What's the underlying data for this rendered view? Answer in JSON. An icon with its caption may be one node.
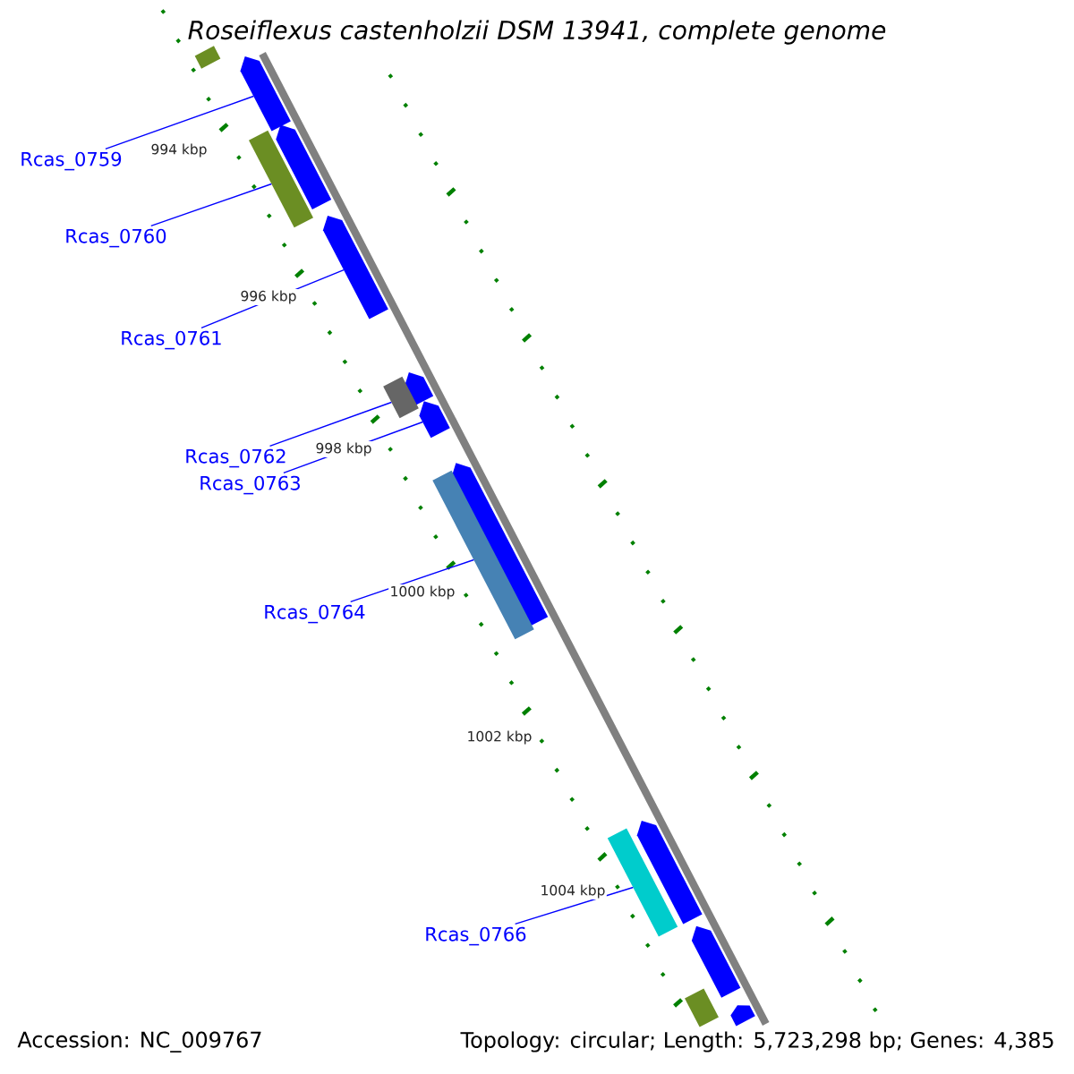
{
  "diagram": {
    "title": "Roseiflexus castenholzii DSM 13941, complete genome",
    "nodes": [
      {
        "text": [
          "Rcas_0759"
        ]
      },
      {
        "text": [
          "Rcas_0760"
        ]
      },
      {
        "text": [
          "Rcas_0761"
        ]
      },
      {
        "text": [
          "Rcas_0762"
        ]
      },
      {
        "text": [
          "Rcas_0763"
        ]
      },
      {
        "text": [
          "Rcas_0764"
        ]
      },
      {
        "text": [
          "Rcas_0766"
        ]
      },
      {
        "text": [],
        "shape": "bar"
      },
      {
        "text": [],
        "shape": "arrow"
      },
      {
        "text": [],
        "shape": "arrow"
      },
      {
        "text": [],
        "shape": "bar"
      },
      {
        "text": [],
        "shape": "arrow"
      },
      {
        "text": [],
        "shape": "arrow"
      },
      {
        "text": [],
        "shape": "bar"
      },
      {
        "text": [],
        "shape": "arrow"
      },
      {
        "text": [],
        "shape": "arrow"
      },
      {
        "text": [],
        "shape": "bar"
      },
      {
        "text": [],
        "shape": "arrow"
      },
      {
        "text": [],
        "shape": "bar"
      },
      {
        "text": [],
        "shape": "arrow"
      },
      {
        "text": [],
        "shape": "bar"
      },
      {
        "text": [],
        "shape": "arrow"
      }
    ],
    "edges": [
      {
        "from": 0,
        "to": 8,
        "arrow": "none"
      },
      {
        "from": 1,
        "to": 10,
        "arrow": "none"
      },
      {
        "from": 2,
        "to": 11,
        "arrow": "none"
      },
      {
        "from": 3,
        "to": 13,
        "arrow": "none"
      },
      {
        "from": 4,
        "to": 14,
        "arrow": "none"
      },
      {
        "from": 5,
        "to": 16,
        "arrow": "none"
      },
      {
        "from": 6,
        "to": 18,
        "arrow": "none"
      }
    ],
    "labels": [
      "994 kbp",
      "996 kbp",
      "998 kbp",
      "1000 kbp",
      "1002 kbp",
      "1004 kbp",
      "Accession: NC_009767",
      "Topology: circular; Length: 5,723,298 bp; Genes: 4,385"
    ]
  }
}
